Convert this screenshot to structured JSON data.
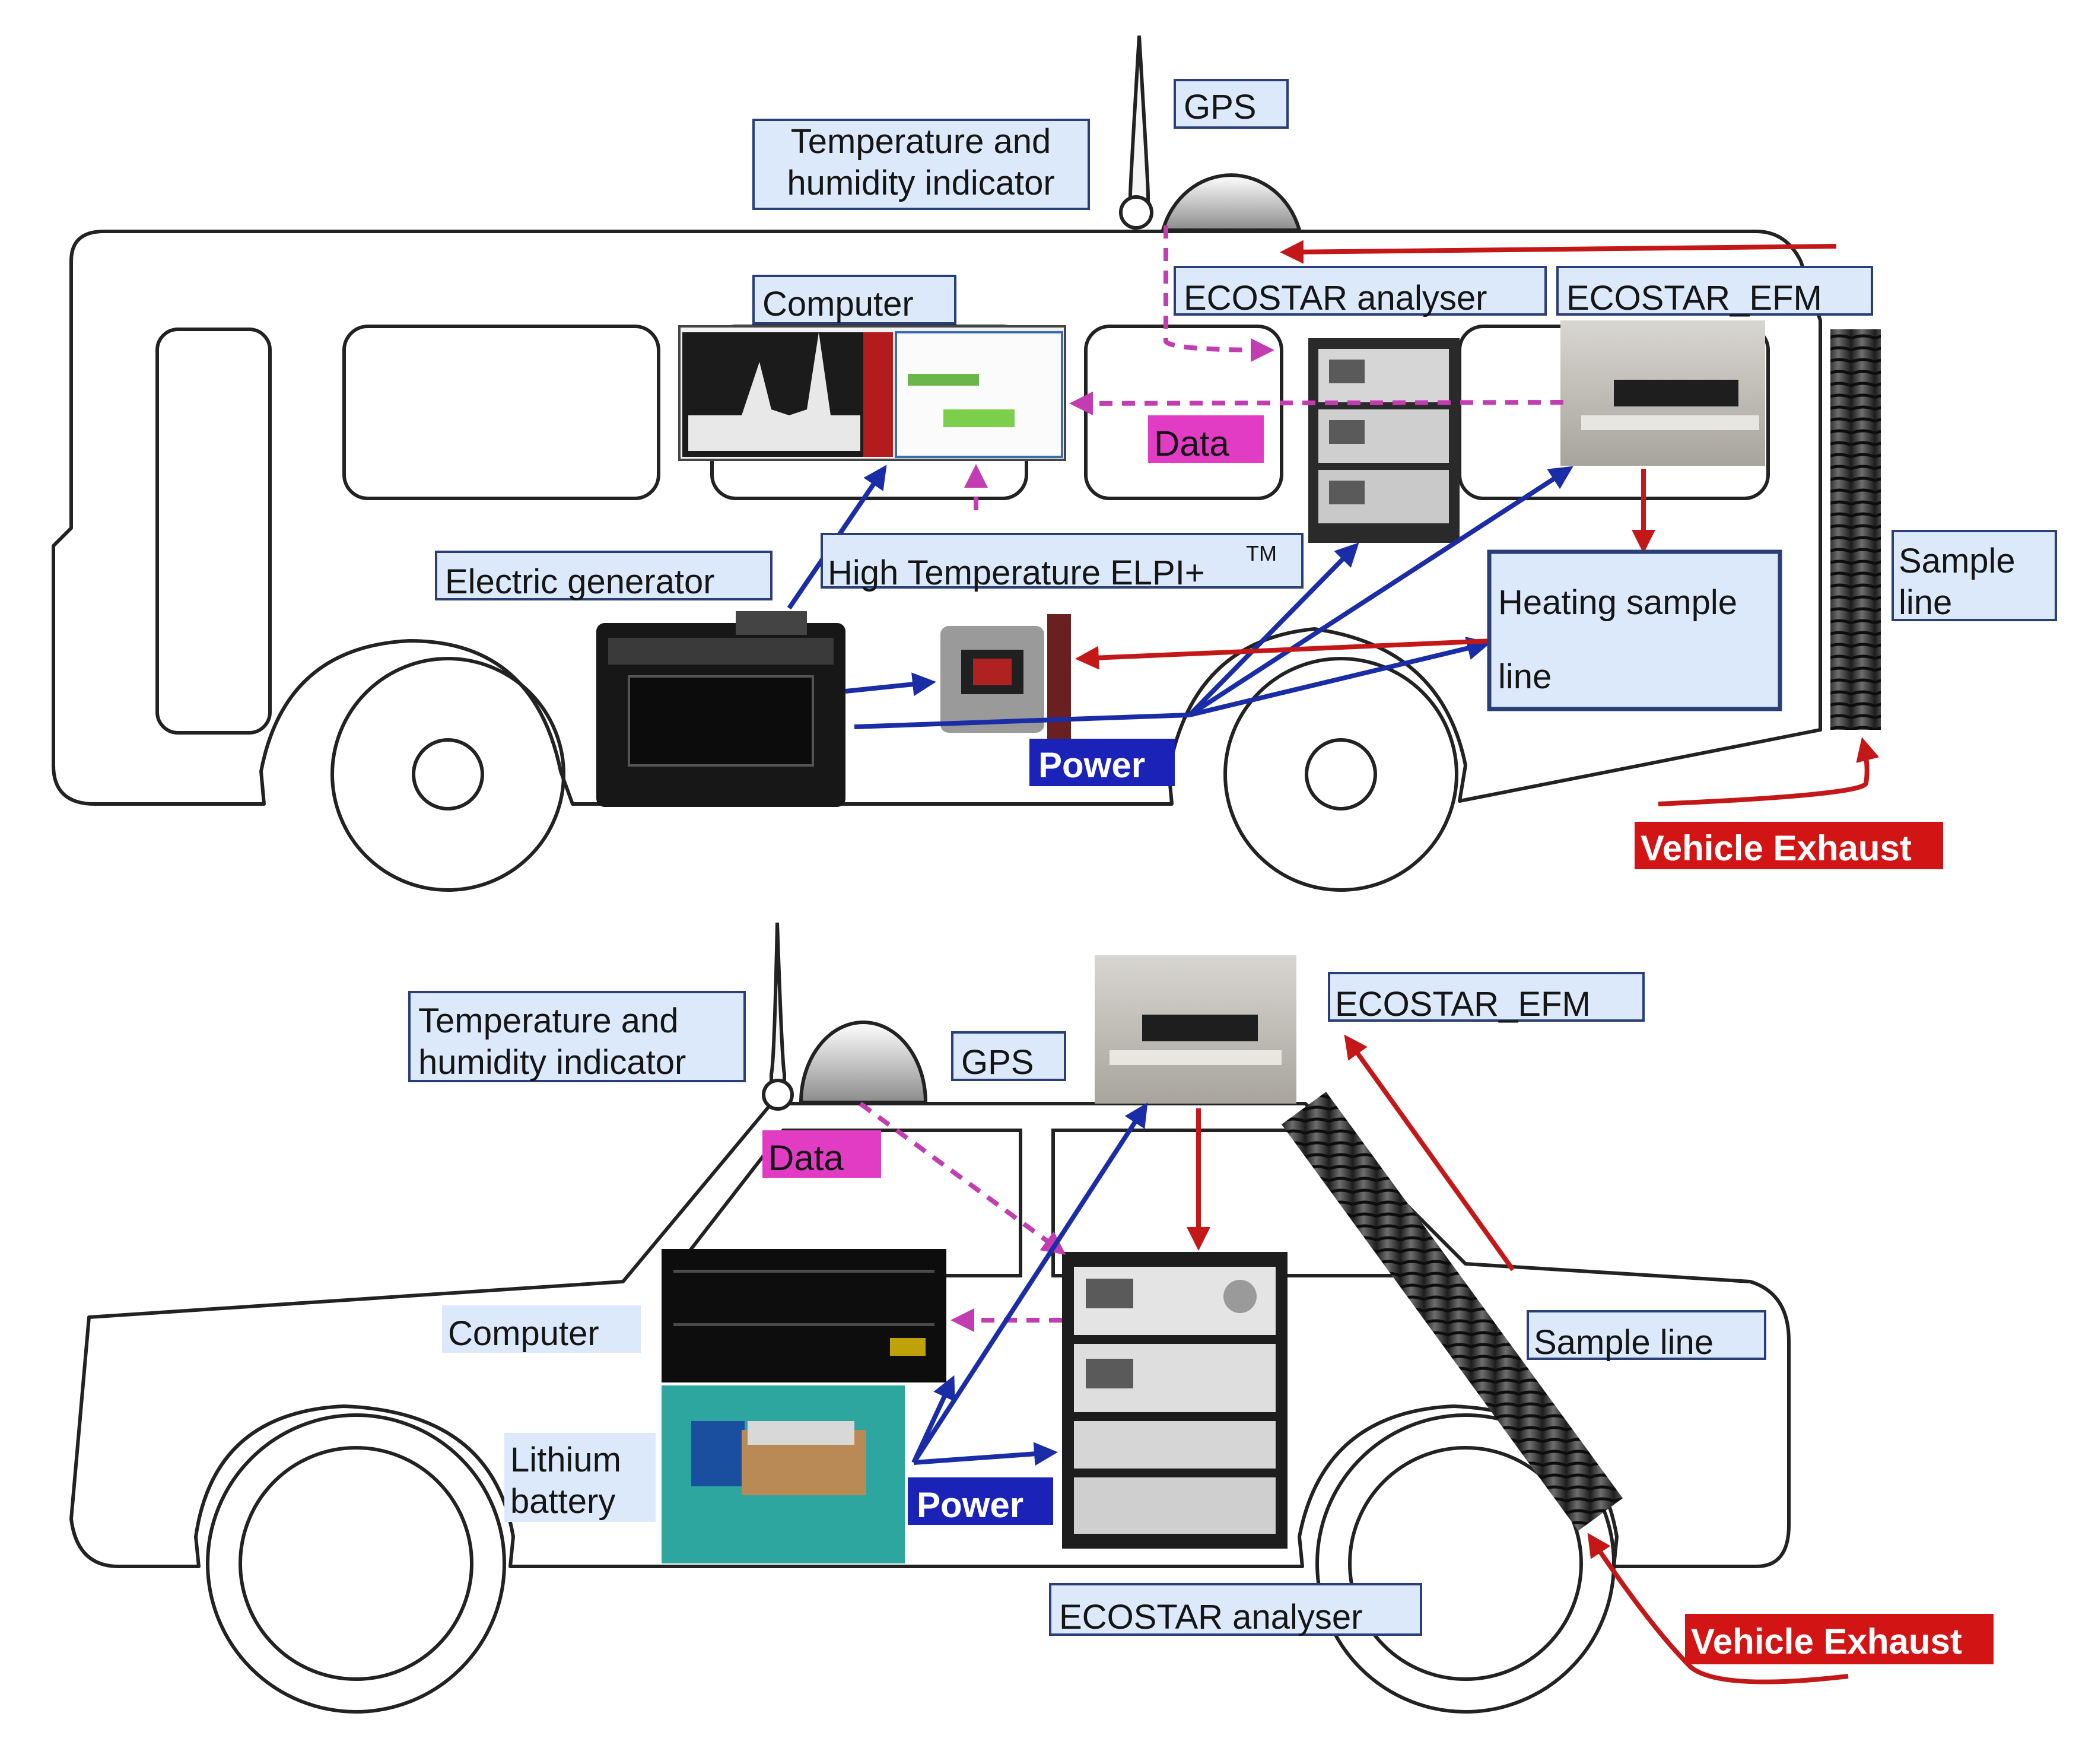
{
  "bus": {
    "labels": {
      "temp": [
        "Temperature and",
        "humidity indicator"
      ],
      "gps": "GPS",
      "computer": "Computer",
      "ecostar_analyser": "ECOSTAR analyser",
      "ecostar_efm": "ECOSTAR_EFM",
      "electric_generator": "Electric generator",
      "elpi": "High Temperature ELPI+",
      "elpi_tm": "TM",
      "heating": [
        "Heating sample",
        "line"
      ],
      "sample": [
        "Sample",
        "line"
      ]
    },
    "tags": {
      "data": "Data",
      "power": "Power",
      "exhaust": "Vehicle Exhaust"
    }
  },
  "car": {
    "labels": {
      "temp": [
        "Temperature and",
        "humidity indicator"
      ],
      "gps": "GPS",
      "ecostar_efm": "ECOSTAR_EFM",
      "computer": "Computer",
      "lithium": [
        "Lithium",
        "battery"
      ],
      "sample": "Sample line",
      "ecostar_analyser": "ECOSTAR analyser"
    },
    "tags": {
      "data": "Data",
      "power": "Power",
      "exhaust": "Vehicle Exhaust"
    }
  },
  "colors": {
    "power_arrow": "#1a2ca6",
    "exhaust_arrow": "#c41818",
    "data_arrow": "#c23cb2",
    "label_fill": "#dce9fa",
    "data_tag": "#e23cc4",
    "power_tag": "#1a22b8",
    "exhaust_tag": "#d21414"
  }
}
